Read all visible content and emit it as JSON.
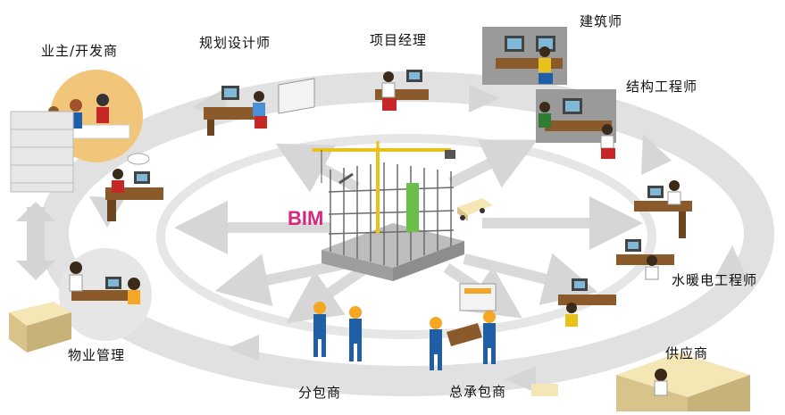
{
  "diagram": {
    "center_label": "BIM",
    "stakeholders": {
      "owner": "业主/开发商",
      "planner": "规划设计师",
      "project_manager": "项目经理",
      "architect": "建筑师",
      "structural_engineer": "结构工程师",
      "mep_engineer": "水暖电工程师",
      "supplier": "供应商",
      "general_contractor": "总承包商",
      "subcontractor": "分包商",
      "property_management": "物业管理"
    }
  },
  "colors": {
    "accent_bim": "#d6277f",
    "ring": "#d9d9d9",
    "desk": "#8a5a2b",
    "chair": "#c62828",
    "worker": "#1f5fa8",
    "hardhat": "#f5a623",
    "crane": "#e8c21a"
  }
}
